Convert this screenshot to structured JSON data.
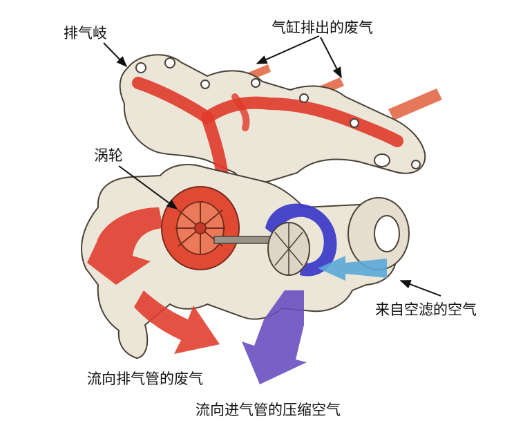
{
  "labels": {
    "manifold": "排气岐",
    "cylinder_exhaust": "气缸排出的废气",
    "turbine": "涡轮",
    "air_from_filter": "来自空滤的空气",
    "exhaust_to_pipe": "流向排气管的废气",
    "compressed_air_to_intake": "流向进气管的压缩空气"
  },
  "colors": {
    "exhaust_flow": "#e03a2a",
    "compressed_flow": "#6a4fc0",
    "intake_flow": "#5aa8d8",
    "metal": "#ece6d8",
    "outline": "#4a4036"
  }
}
